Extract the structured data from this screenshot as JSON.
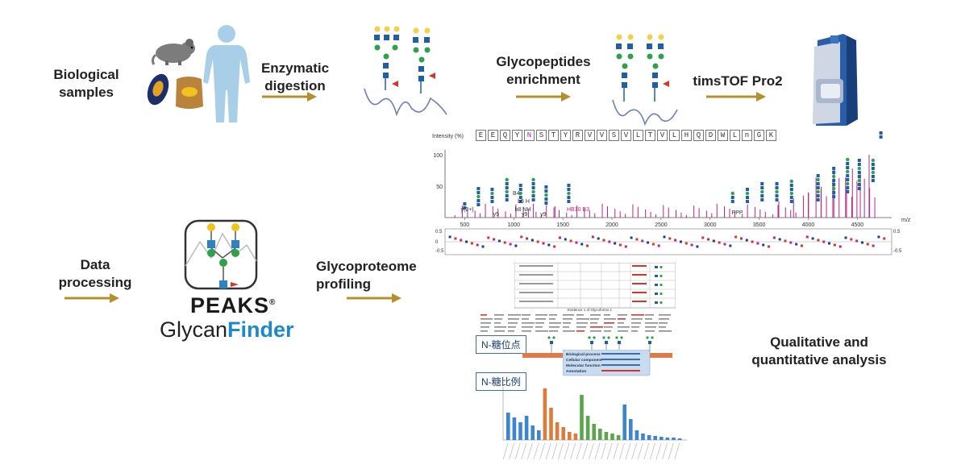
{
  "steps": {
    "biological_samples": "Biological\nsamples",
    "enzymatic_digestion": "Enzymatic\ndigestion",
    "glycopeptides_enrichment": "Glycopeptides\nenrichment",
    "instrument": "timsTOF Pro2",
    "data_processing": "Data\nprocessing",
    "glycoproteome_profiling": "Glycoproteome\nprofiling",
    "analysis": "Qualitative and\nquantitative analysis"
  },
  "software": {
    "name_top": "PEAKS",
    "name_bottom_a": "Glycan",
    "name_bottom_b": "Finder",
    "registered": "®"
  },
  "spectrum": {
    "ylabel": "Intensity (%)",
    "xlabel": "m/z",
    "sequence": [
      "E",
      "E",
      "Q",
      "Y",
      "N",
      "S",
      "T",
      "Y",
      "R",
      "V",
      "V",
      "S",
      "V",
      "L",
      "T",
      "V",
      "L",
      "H",
      "Q",
      "D",
      "W",
      "L",
      "n",
      "G",
      "K"
    ],
    "highlight_index": 4,
    "y_ticks": [
      "100",
      "50"
    ],
    "x_ticks": [
      "500",
      "1000",
      "1500",
      "2000",
      "2500",
      "3000",
      "3500",
      "4000",
      "4500"
    ],
    "err_ticks": [
      "0.5",
      "0",
      "-0.5"
    ],
    "err_ticks_right": [
      "0.5",
      "-0.5"
    ],
    "peak_labels": [
      "y(2+)",
      "y5",
      "b8 NH",
      "y9",
      "B4",
      "b6 H",
      "y9",
      "HB10 B3",
      "PPP"
    ],
    "colors": {
      "peak": "#c0238a",
      "blue": "#1d3f8f",
      "red": "#d8342a"
    }
  },
  "report": {
    "cn_site": "N-糖位点",
    "cn_ratio": "N-糖比例",
    "section_title": "Evidence 1 of Glycoforms 1",
    "annotation": [
      "Biological process",
      "Cellular component",
      "Molecular function",
      "Annotation"
    ]
  },
  "colors": {
    "arrow": "#b38f2d",
    "mouse": "#7c7c7c",
    "human": "#a9cfe8",
    "hexnac": "#1e5fa8",
    "hex": "#2da24b",
    "gal": "#f3d24a",
    "fuc": "#d8342a",
    "instrument_blue": "#2a5ea8"
  }
}
